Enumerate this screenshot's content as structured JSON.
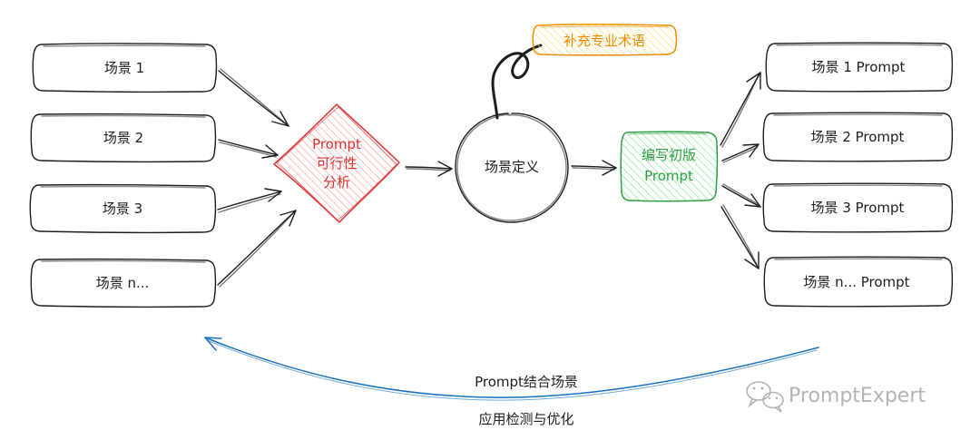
{
  "input_scenarios": [
    "场景 1",
    "场景 2",
    "场景 3",
    "场景 n..."
  ],
  "analysis_node": [
    "Prompt",
    "可行性",
    "分析"
  ],
  "definition_node": "场景定义",
  "annotation_note": "补充专业术语",
  "draft_node": [
    "编写初版",
    "Prompt"
  ],
  "output_prompts": [
    "场景 1 Prompt",
    "场景 2 Prompt",
    "场景 3 Prompt",
    "场景 n... Prompt"
  ],
  "feedback_loop": [
    "Prompt结合场景",
    "应用检测与优化"
  ],
  "watermark": "PromptExpert",
  "colors": {
    "analysis_stroke": "#e03131",
    "analysis_fill": "#ffc9c9",
    "draft_stroke": "#2f9e44",
    "draft_fill": "#b2f2bb",
    "note_stroke": "#f08c00",
    "note_fill": "#ffec99",
    "loop_stroke": "#1971c2"
  }
}
